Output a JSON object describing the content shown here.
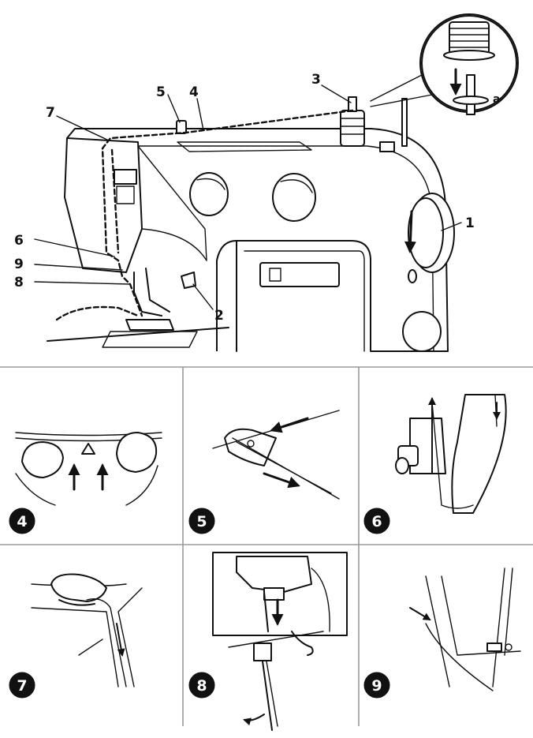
{
  "main_labels": {
    "l1": "1",
    "l2": "2",
    "l3": "3",
    "l4": "4",
    "l5": "5",
    "l6": "6",
    "l7": "7",
    "l8": "8",
    "l9": "9"
  },
  "inset_label": "a",
  "steps": [
    {
      "number": "4"
    },
    {
      "number": "5"
    },
    {
      "number": "6"
    },
    {
      "number": "7"
    },
    {
      "number": "8"
    },
    {
      "number": "9"
    }
  ]
}
